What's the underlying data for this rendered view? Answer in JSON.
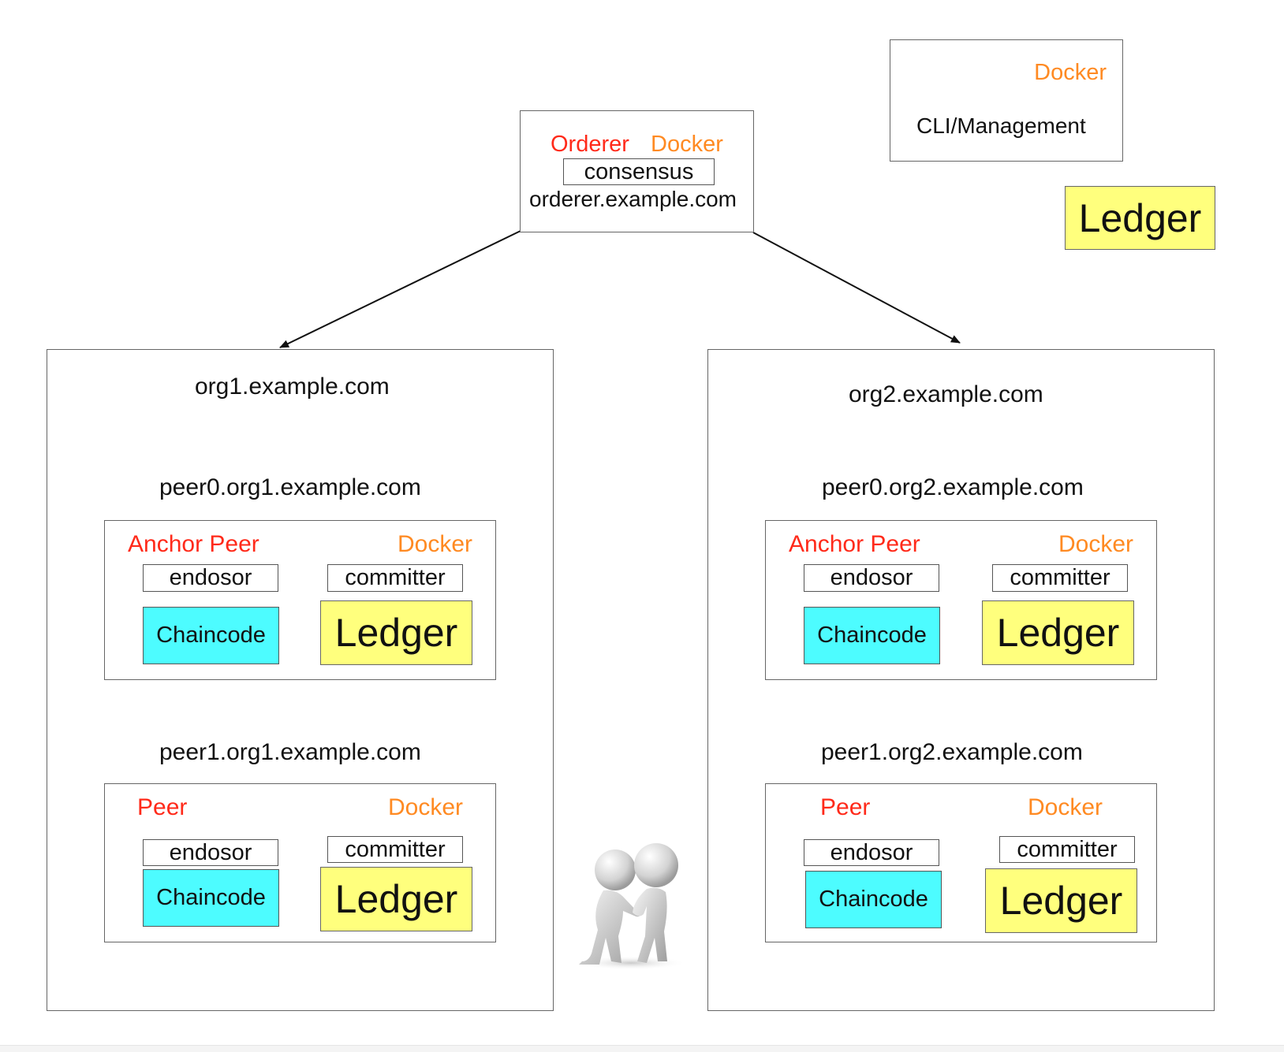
{
  "legend": {
    "docker": "Docker",
    "cli": "CLI/Management",
    "ledger": "Ledger"
  },
  "orderer": {
    "role": "Orderer",
    "docker": "Docker",
    "consensus": "consensus",
    "host": "orderer.example.com"
  },
  "org1": {
    "name": "org1.example.com",
    "peer0": {
      "host": "peer0.org1.example.com",
      "role": "Anchor Peer",
      "docker": "Docker",
      "endorser": "endosor",
      "committer": "committer",
      "chaincode": "Chaincode",
      "ledger": "Ledger"
    },
    "peer1": {
      "host": "peer1.org1.example.com",
      "role": "Peer",
      "docker": "Docker",
      "endorser": "endosor",
      "committer": "committer",
      "chaincode": "Chaincode",
      "ledger": "Ledger"
    }
  },
  "org2": {
    "name": "org2.example.com",
    "peer0": {
      "host": "peer0.org2.example.com",
      "role": "Anchor Peer",
      "docker": "Docker",
      "endorser": "endosor",
      "committer": "committer",
      "chaincode": "Chaincode",
      "ledger": "Ledger"
    },
    "peer1": {
      "host": "peer1.org2.example.com",
      "role": "Peer",
      "docker": "Docker",
      "endorser": "endosor",
      "committer": "committer",
      "chaincode": "Chaincode",
      "ledger": "Ledger"
    }
  },
  "colors": {
    "role": "#ff2a1a",
    "docker": "#ff8a22",
    "chaincode": "#4dfcff",
    "ledger": "#ffff7d"
  },
  "icons": {
    "collaboration": "two-people-handshake-icon"
  }
}
